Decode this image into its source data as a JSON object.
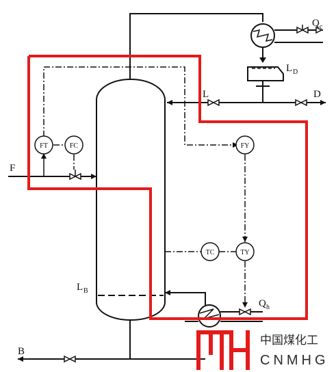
{
  "labels": {
    "feed": "F",
    "bottoms": "B",
    "distillate": "D",
    "reflux_L": "L",
    "level_drum_L": "L",
    "level_drum_sub": "D",
    "level_bottom_L": "L",
    "level_bottom_sub": "B",
    "condenser_duty_Q": "Q",
    "condenser_duty_sub": "c",
    "reboiler_duty_Q": "Q",
    "reboiler_duty_sub": "h"
  },
  "instruments": {
    "ft": "FT",
    "fc": "FC",
    "fy": "FY",
    "tc": "TC",
    "ty": "TY"
  },
  "logo": {
    "cn_text": "中国煤化工",
    "en_text": "CNMHG"
  },
  "colors": {
    "highlight": "#e41b1b",
    "line": "#111111"
  }
}
